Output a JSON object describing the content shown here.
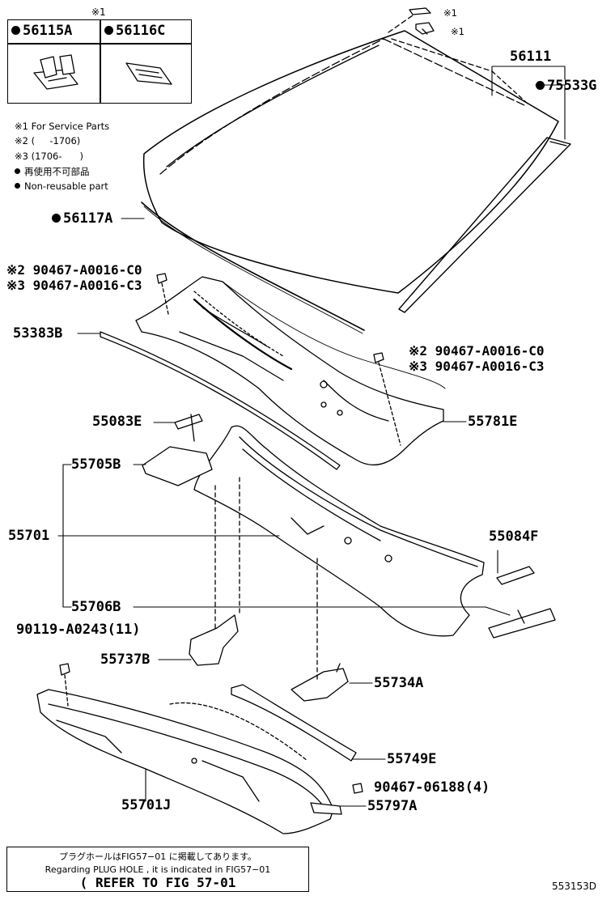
{
  "legend_header": "※1",
  "legend_parts": [
    "56115A",
    "56116C"
  ],
  "notes": {
    "n1": "※1 For Service Parts",
    "n2": "※2 (     -1706)",
    "n3": "※3 (1706-      )",
    "n4": "再使用不可部品",
    "n5": "Non-reusable part"
  },
  "markers": {
    "m1a": "※1",
    "m1b": "※1"
  },
  "parts": {
    "p56111": "56111",
    "p75533G": "75533G",
    "p56117A": "56117A",
    "p90467_a_c0": "※2 90467-A0016-C0",
    "p90467_a_c3": "※3 90467-A0016-C3",
    "p53383B": "53383B",
    "p90467_b_c0": "※2 90467-A0016-C0",
    "p90467_b_c3": "※3 90467-A0016-C3",
    "p55083E": "55083E",
    "p55781E": "55781E",
    "p55705B": "55705B",
    "p55701": "55701",
    "p55084F": "55084F",
    "p55706B": "55706B",
    "p90119": "90119-A0243(11)",
    "p55737B": "55737B",
    "p55734A": "55734A",
    "p55749E": "55749E",
    "p90467_06188": "90467-06188(4)",
    "p55701J": "55701J",
    "p55797A": "55797A"
  },
  "footer_note": {
    "line1": "プラグホールはFIG57−01 に掲載してあります。",
    "line2": "Regarding  PLUG HOLE , it is indicated in FIG57−01",
    "line3": "( REFER TO FIG 57-01"
  },
  "figure_code": "553153D"
}
